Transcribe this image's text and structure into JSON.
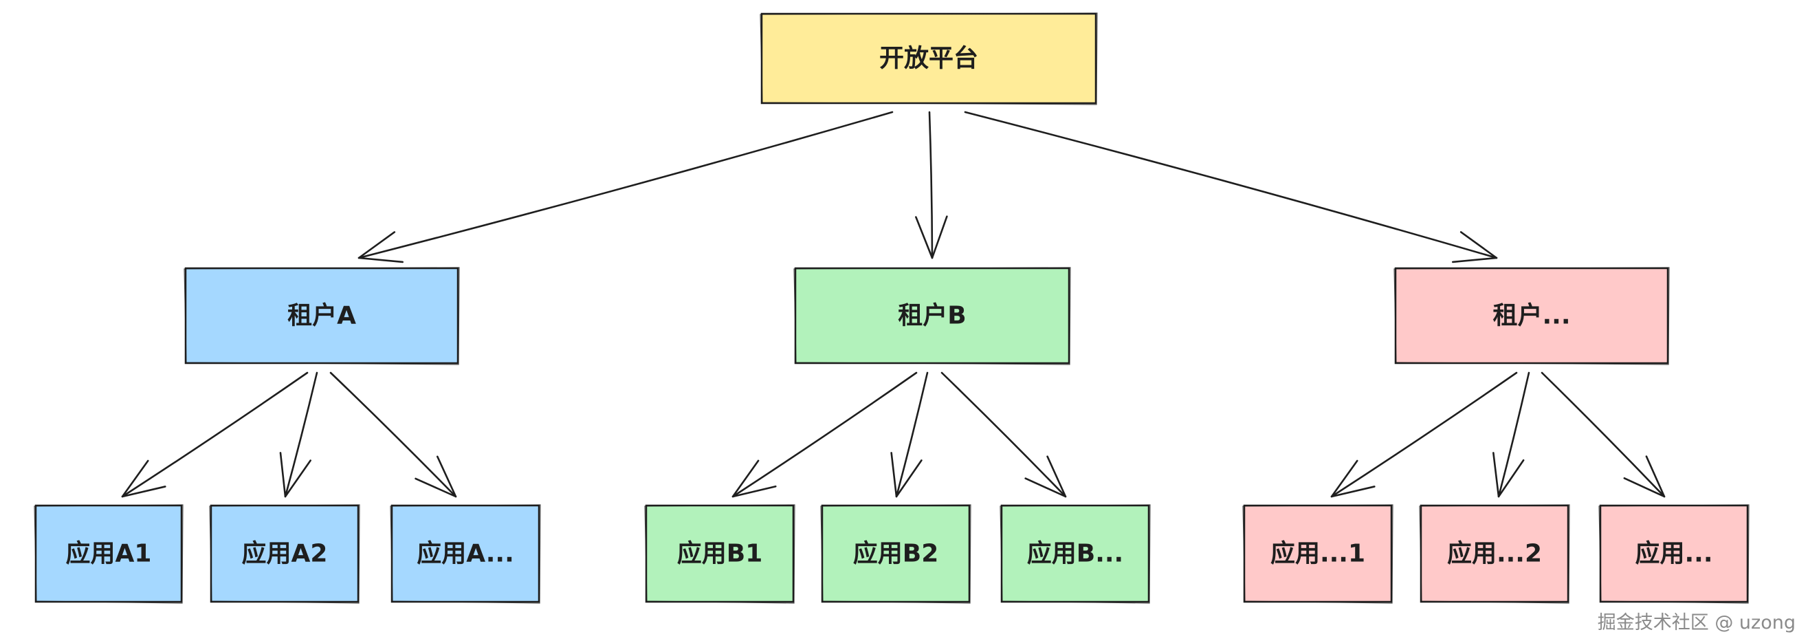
{
  "diagram": {
    "colors": {
      "root": "#ffec99",
      "tenant_a": "#a5d8ff",
      "tenant_b": "#b2f2bb",
      "tenant_c": "#ffc9c9",
      "stroke": "#1e1e1e"
    },
    "nodes": {
      "root": {
        "label": "开放平台"
      },
      "tenant_a": {
        "label": "租户A"
      },
      "tenant_b": {
        "label": "租户B"
      },
      "tenant_c": {
        "label": "租户..."
      },
      "app_a1": {
        "label": "应用A1"
      },
      "app_a2": {
        "label": "应用A2"
      },
      "app_a3": {
        "label": "应用A..."
      },
      "app_b1": {
        "label": "应用B1"
      },
      "app_b2": {
        "label": "应用B2"
      },
      "app_b3": {
        "label": "应用B..."
      },
      "app_c1": {
        "label": "应用...1"
      },
      "app_c2": {
        "label": "应用...2"
      },
      "app_c3": {
        "label": "应用..."
      }
    },
    "edges": [
      [
        "root",
        "tenant_a"
      ],
      [
        "root",
        "tenant_b"
      ],
      [
        "root",
        "tenant_c"
      ],
      [
        "tenant_a",
        "app_a1"
      ],
      [
        "tenant_a",
        "app_a2"
      ],
      [
        "tenant_a",
        "app_a3"
      ],
      [
        "tenant_b",
        "app_b1"
      ],
      [
        "tenant_b",
        "app_b2"
      ],
      [
        "tenant_b",
        "app_b3"
      ],
      [
        "tenant_c",
        "app_c1"
      ],
      [
        "tenant_c",
        "app_c2"
      ],
      [
        "tenant_c",
        "app_c3"
      ]
    ]
  },
  "watermark": {
    "text": "掘金技术社区 @ uzong"
  }
}
